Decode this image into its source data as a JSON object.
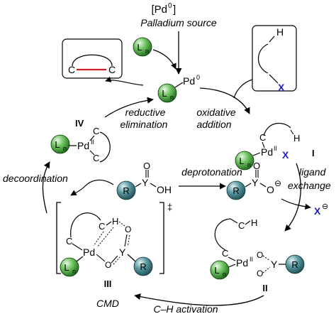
{
  "header": {
    "pd_source": "[Pd",
    "pd_source_sup": "0",
    "pd_source_caption": "Palladium source"
  },
  "colors": {
    "ligand_green": "#3f9a3a",
    "r_teal": "#3d7f86",
    "leaving_blue": "#1f1fd0",
    "bond_red": "#cc2222"
  },
  "icons": {
    "ligand_ball": "green-sphere",
    "r_ball": "teal-sphere"
  },
  "labels": {
    "ln": "L",
    "ln_sub": "n",
    "r": "R",
    "pd": "Pd",
    "pd0_sup": "0",
    "pdII_sup": "II",
    "c": "C",
    "h": "H",
    "x": "X",
    "y": "Y",
    "o": "O",
    "oh": "OH",
    "minus": "⊖",
    "ddagger": "‡"
  },
  "steps": {
    "reductive": [
      "reductive",
      "elimination"
    ],
    "oxidative": [
      "oxidative",
      "addition"
    ],
    "decoordination": "decoordination",
    "deprotonation": "deprotonation",
    "ligand_exchange": [
      "ligand",
      "exchange"
    ],
    "cmd": "CMD",
    "ch_activation": "C–H activation"
  },
  "intermediates": {
    "i": "I",
    "ii": "II",
    "iii": "III",
    "iv": "IV"
  }
}
